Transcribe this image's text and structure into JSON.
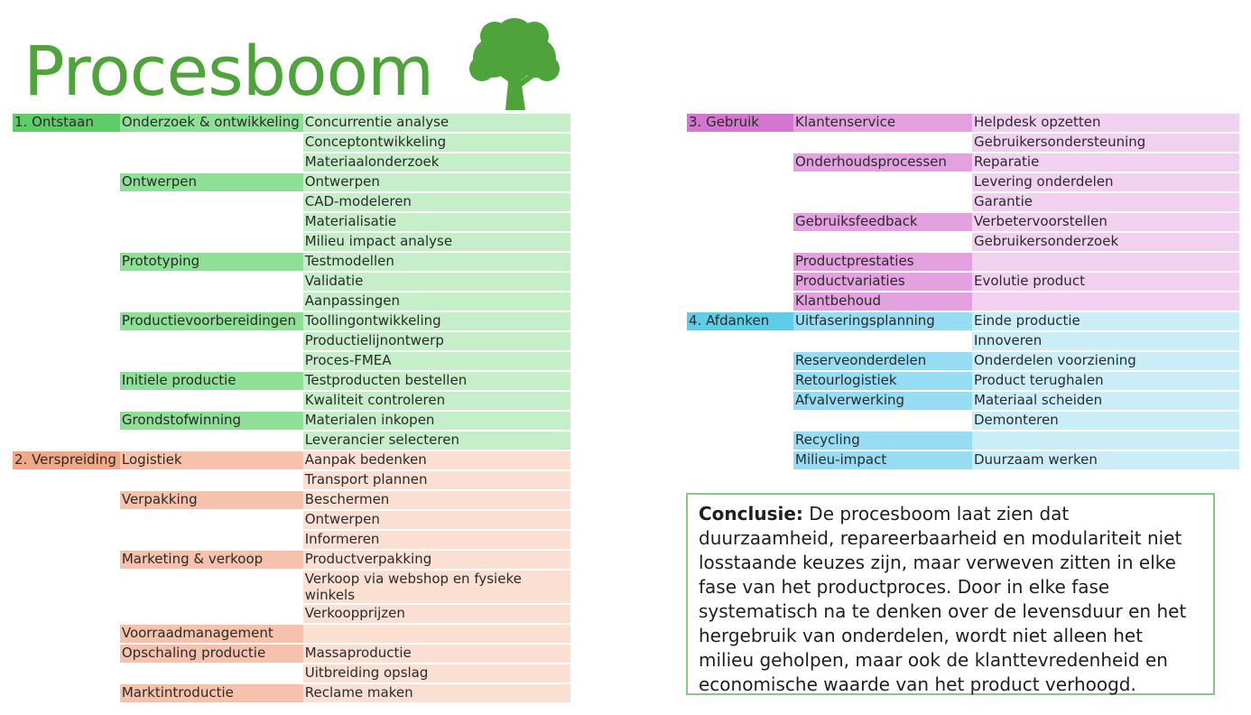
{
  "title": "Procesboom",
  "phases": [
    {
      "label": "1. Ontstaan",
      "groups": [
        {
          "label": "Onderzoek & ontwikkeling",
          "items": [
            "Concurrentie analyse",
            "Conceptontwikkeling",
            "Materiaalonderzoek"
          ]
        },
        {
          "label": "Ontwerpen",
          "items": [
            "Ontwerpen",
            "CAD-modeleren",
            "Materialisatie",
            "Milieu impact analyse"
          ]
        },
        {
          "label": "Prototyping",
          "items": [
            "Testmodellen",
            "Validatie",
            "Aanpassingen"
          ]
        },
        {
          "label": "Productievoorbereidingen",
          "items": [
            "Toollingontwikkeling",
            "Productielijnontwerp",
            "Proces-FMEA"
          ]
        },
        {
          "label": "Initiele productie",
          "items": [
            "Testproducten bestellen",
            "Kwaliteit controleren"
          ]
        },
        {
          "label": "Grondstofwinning",
          "items": [
            "Materialen inkopen",
            "Leverancier selecteren"
          ]
        }
      ]
    },
    {
      "label": "2. Verspreiding",
      "groups": [
        {
          "label": "Logistiek",
          "items": [
            "Aanpak bedenken",
            "Transport plannen"
          ]
        },
        {
          "label": "Verpakking",
          "items": [
            "Beschermen",
            "Ontwerpen",
            "Informeren"
          ]
        },
        {
          "label": "Marketing & verkoop",
          "items": [
            "Productverpakking",
            "Verkoop via webshop en fysieke winkels",
            "Verkoopprijzen"
          ]
        },
        {
          "label": "Voorraadmanagement",
          "items": []
        },
        {
          "label": "Opschaling productie",
          "items": [
            "Massaproductie",
            "Uitbreiding opslag"
          ]
        },
        {
          "label": "Marktintroductie",
          "items": [
            "Reclame maken"
          ]
        }
      ]
    },
    {
      "label": "3. Gebruik",
      "groups": [
        {
          "label": "Klantenservice",
          "items": [
            "Helpdesk opzetten",
            "Gebruikersondersteuning"
          ]
        },
        {
          "label": "Onderhoudsprocessen",
          "items": [
            "Reparatie",
            "Levering onderdelen",
            "Garantie"
          ]
        },
        {
          "label": "Gebruiksfeedback",
          "items": [
            "Verbetervoorstellen",
            "Gebruikersonderzoek"
          ]
        },
        {
          "label": "Productprestaties",
          "items": []
        },
        {
          "label": "Productvariaties",
          "items": [
            "Evolutie product"
          ]
        },
        {
          "label": "Klantbehoud",
          "items": []
        }
      ]
    },
    {
      "label": "4. Afdanken",
      "groups": [
        {
          "label": "Uitfaseringsplanning",
          "items": [
            "Einde productie",
            "Innoveren"
          ]
        },
        {
          "label": "Reserveonderdelen",
          "items": [
            "Onderdelen voorziening"
          ]
        },
        {
          "label": "Retourlogistiek",
          "items": [
            "Product terughalen"
          ]
        },
        {
          "label": "Afvalverwerking",
          "items": [
            "Materiaal scheiden",
            "Demonteren"
          ]
        },
        {
          "label": "Recycling",
          "items": []
        },
        {
          "label": "Milieu-impact",
          "items": [
            "Duurzaam werken"
          ]
        }
      ]
    }
  ],
  "conclusion": {
    "label": "Conclusie:",
    "text": " De procesboom laat zien dat duurzaamheid, repareerbaarheid en modulariteit niet losstaande keuzes zijn, maar verweven zitten in elke fase van het productproces. Door in elke fase systematisch na te denken over de levensduur en het hergebruik van onderdelen, wordt niet alleen het milieu geholpen, maar ook de klanttevredenheid en economische waarde van het product verhoogd."
  },
  "colors": {
    "title": "#4ea33a",
    "phase1": "#5fcc6a",
    "phase2": "#f0a888",
    "phase3": "#d476cf",
    "phase4": "#5dcde8",
    "conclusion_border": "#88c98a"
  },
  "icons": {
    "tree": "tree-icon"
  }
}
